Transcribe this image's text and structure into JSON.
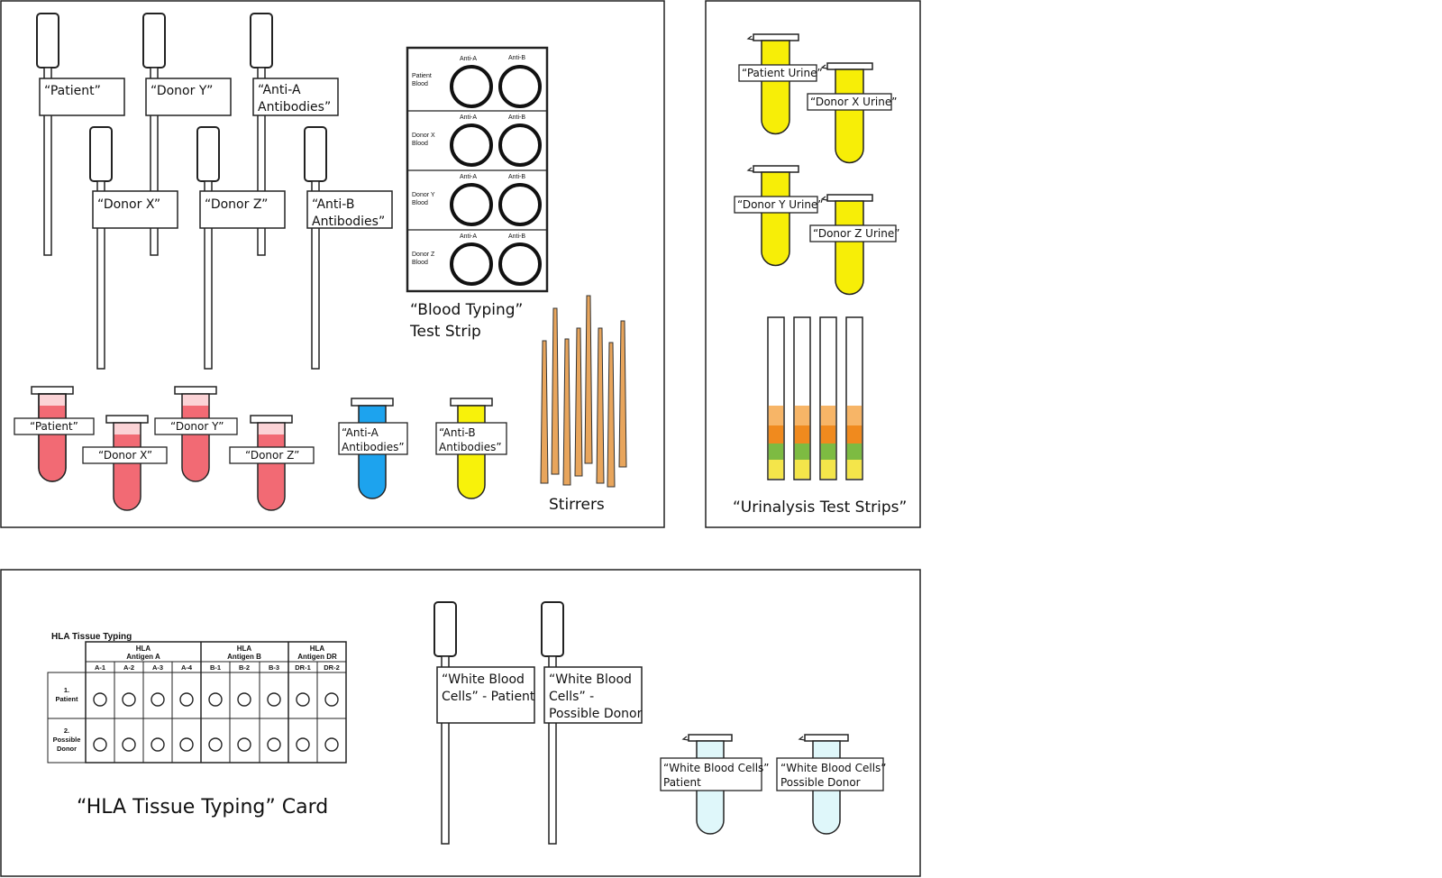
{
  "colors": {
    "blood": "#f26a74",
    "blood_light": "#fbd3d6",
    "anti_a": "#1da3ee",
    "anti_b": "#f8f20a",
    "urine": "#f7ee07",
    "wbc": "#dff7fa",
    "stirrer": "#e8a55c",
    "strip_orange_light": "#f7b567",
    "strip_orange": "#f08a1e",
    "strip_green": "#7dbb42",
    "strip_yellow": "#f4e54a"
  },
  "pipettes": {
    "patient": "“Patient”",
    "donor_y": "“Donor Y”",
    "anti_a_1": "“Anti-A",
    "anti_a_2": "Antibodies”",
    "donor_x": "“Donor X”",
    "donor_z": "“Donor Z”",
    "anti_b_1": "“Anti-B",
    "anti_b_2": "Antibodies”"
  },
  "blood_strip": {
    "caption_1": "“Blood Typing”",
    "caption_2": "Test Strip",
    "anti_a": "Anti-A",
    "anti_b": "Anti-B",
    "rows": [
      {
        "line1": "Patient",
        "line2": "Blood"
      },
      {
        "line1": "Donor X",
        "line2": "Blood"
      },
      {
        "line1": "Donor Y",
        "line2": "Blood"
      },
      {
        "line1": "Donor Z",
        "line2": "Blood"
      }
    ]
  },
  "tubes": {
    "patient": "“Patient”",
    "donor_x": "“Donor X”",
    "donor_y": "“Donor Y”",
    "donor_z": "“Donor Z”",
    "anti_a_1": "“Anti-A",
    "anti_a_2": "Antibodies”",
    "anti_b_1": "“Anti-B",
    "anti_b_2": "Antibodies”"
  },
  "stirrers_label": "Stirrers",
  "urine": {
    "patient": "“Patient Urine”",
    "donor_x": "“Donor X Urine”",
    "donor_y": "“Donor Y Urine”",
    "donor_z": "“Donor Z Urine”",
    "strips_caption": "“Urinalysis Test Strips”"
  },
  "hla_card": {
    "title": "HLA Tissue Typing",
    "caption": "“HLA Tissue Typing” Card",
    "groups": [
      {
        "line1": "HLA",
        "line2": "Antigen A",
        "cols": [
          "A-1",
          "A-2",
          "A-3",
          "A-4"
        ]
      },
      {
        "line1": "HLA",
        "line2": "Antigen B",
        "cols": [
          "B-1",
          "B-2",
          "B-3"
        ]
      },
      {
        "line1": "HLA",
        "line2": "Antigen DR",
        "cols": [
          "DR-1",
          "DR-2"
        ]
      }
    ],
    "rows": [
      {
        "line1": "1.",
        "line2": "Patient"
      },
      {
        "line1": "2.",
        "line2": "Possible",
        "line3": "Donor"
      }
    ]
  },
  "wbc": {
    "pipette_patient_1": "“White Blood",
    "pipette_patient_2": "Cells” - Patient",
    "pipette_donor_1": "“White Blood",
    "pipette_donor_2": "Cells” -",
    "pipette_donor_3": "Possible Donor",
    "tube_patient_1": "“White Blood Cells”",
    "tube_patient_2": "Patient",
    "tube_donor_1": "“White Blood Cells”",
    "tube_donor_2": "Possible Donor"
  }
}
